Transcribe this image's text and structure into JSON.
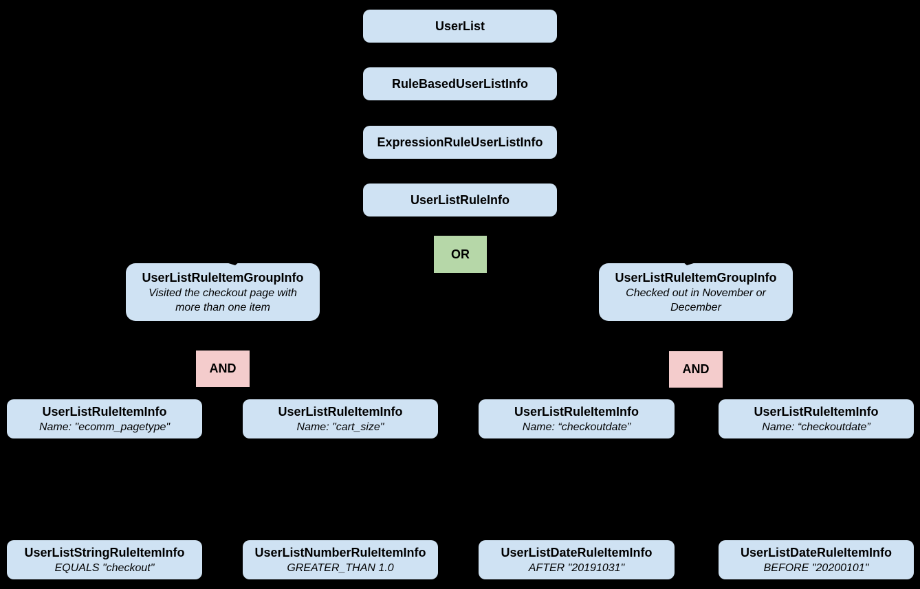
{
  "diagram": {
    "background_color": "#000000",
    "node_fill_color": "#cfe2f3",
    "or_fill_color": "#b6d7a8",
    "and_fill_color": "#f4cccc",
    "text_color": "#000000",
    "chain": [
      {
        "label": "UserList"
      },
      {
        "label": "RuleBasedUserListInfo"
      },
      {
        "label": "ExpressionRuleUserListInfo"
      },
      {
        "label": "UserListRuleInfo"
      }
    ],
    "operators": {
      "or": "OR",
      "and_left": "AND",
      "and_right": "AND"
    },
    "groups": [
      {
        "title": "UserListRuleItemGroupInfo",
        "description": "Visited the checkout page with more than one item"
      },
      {
        "title": "UserListRuleItemGroupInfo",
        "description": "Checked out in November or December"
      }
    ],
    "rule_items": [
      {
        "title": "UserListRuleItemInfo",
        "subtitle": "Name: \"ecomm_pagetype\""
      },
      {
        "title": "UserListRuleItemInfo",
        "subtitle": "Name: \"cart_size\""
      },
      {
        "title": "UserListRuleItemInfo",
        "subtitle": "Name: “checkoutdate”"
      },
      {
        "title": "UserListRuleItemInfo",
        "subtitle": "Name: “checkoutdate”"
      }
    ],
    "leaf_items": [
      {
        "title": "UserListStringRuleItemInfo",
        "subtitle": "EQUALS \"checkout\""
      },
      {
        "title": "UserListNumberRuleItemInfo",
        "subtitle": "GREATER_THAN 1.0"
      },
      {
        "title": "UserListDateRuleItemInfo",
        "subtitle": "AFTER \"20191031\""
      },
      {
        "title": "UserListDateRuleItemInfo",
        "subtitle": "BEFORE \"20200101\""
      }
    ]
  }
}
